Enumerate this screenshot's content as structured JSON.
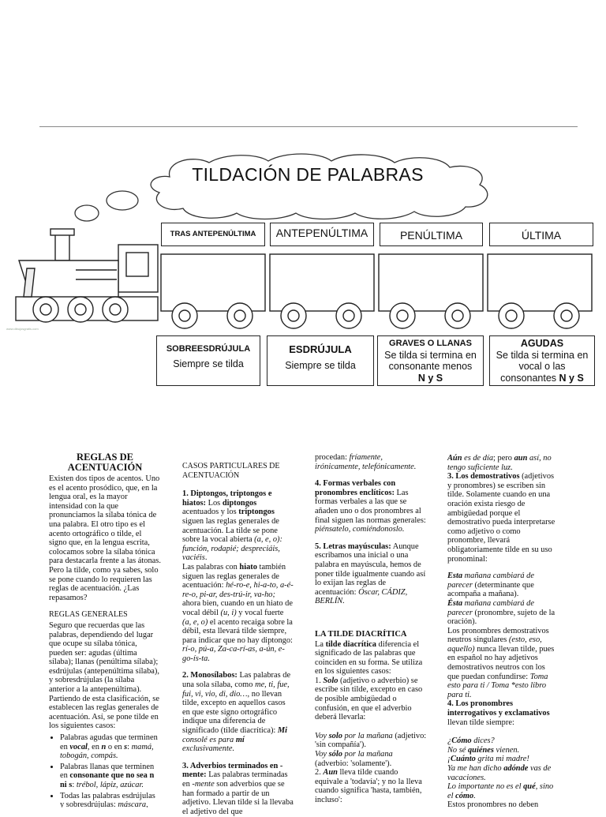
{
  "title": "TILDACIÓN DE PALABRAS",
  "headers": [
    "TRAS ANTEPENÚLTIMA",
    "ANTEPENÚLTIMA",
    "PENÚLTIMA",
    "ÚLTIMA"
  ],
  "boxes": {
    "sobre": {
      "title": "SOBREESDRÚJULA",
      "text": "Siempre se tilda"
    },
    "esdr": {
      "title": "ESDRÚJULA",
      "text": "Siempre se tilda"
    },
    "graves": {
      "title": "GRAVES O LLANAS",
      "line1": "Se tilda si termina en",
      "line2": "consonante menos",
      "letters": "N y S"
    },
    "agudas": {
      "title": "AGUDAS",
      "line1": "Se tilda si termina en",
      "line2": "vocal o las",
      "line3": "consonantes",
      "letters": "N y S"
    }
  },
  "watermark": "www.dibujosgratis.com",
  "col1": {
    "heading": "REGLAS DE ACENTUACIÓN",
    "p1": "Existen dos tipos de acentos. Uno es el acento prosódico, que, en la lengua oral, es la mayor intensidad con la que pronunciamos la sílaba tónica de una palabra. El otro tipo es el acento ortográfico o tilde, el signo que, en la lengua escrita, colocamos sobre la sílaba tónica para destacarla frente a las átonas. Pero la tilde, como ya sabes, solo se pone cuando lo requieren las reglas de acentuación. ¿Las repasamos?",
    "h2": "REGLAS GENERALES",
    "p2": "Seguro que recuerdas que las palabras, dependiendo del lugar que ocupe su sílaba tónica, pueden ser: agudas (última sílaba); llanas (penúltima sílaba); esdrújulas (antepenúltima sílaba), y sobresdrújulas (la sílaba anterior a la antepenúltima). Partiendo de esta clasificación, se establecen las reglas generales de acentuación. Así, se pone tilde en los siguientes casos:",
    "li1a": "Palabras agudas que terminen en ",
    "li1b": "vocal",
    "li1c": ", en ",
    "li1d": "n",
    "li1e": " o en ",
    "li1f": "s",
    "li1g": ": ",
    "li1h": "mamá, tobogán, compás.",
    "li2a": "Palabras llanas que terminen en ",
    "li2b": "consonante que no sea n ni s",
    "li2c": ": ",
    "li2d": "trébol, lápiz, azúcar.",
    "li3a": "Todas las palabras esdrújulas y sobresdrújulas: ",
    "li3b": "máscara, ídolo; cuéntamelo, plantándosenos."
  },
  "col2": {
    "heading": "CASOS PARTICULARES DE ACENTUACIÓN",
    "s1": "1. Diptongos, triptongos e hiatos:",
    "s1a": " Los ",
    "s1b": "diptongos",
    "s1c": " acentuados y los ",
    "s1d": "triptongos",
    "s1e": " siguen las reglas generales de acentuación. La tilde se pone sobre la vocal abierta ",
    "s1f": "(a, e, o): función, rodapié; despreciáis, vaciéis",
    "s1g": ".",
    "s1h": "Las palabras con ",
    "s1i": "hiato",
    "s1j": " también siguen las reglas generales de acentuación: ",
    "s1k": "hé-ro-e, hi-a-to, a-é-re-o, pi-ar, des-trú-ir, va-ho;",
    "s1l": " ahora bien, cuando en un hiato de vocal débil ",
    "s1m": "(u, i)",
    "s1n": " y vocal fuerte ",
    "s1o": "(a, e, o)",
    "s1p": " el acento recaiga sobre la débil, esta llevará tilde siempre, para indicar que no hay diptongo: ",
    "s1q": "rí-o, pú-a, Za-ca-rí-as, a-ún, e-go-ís-ta.",
    "s2": "2. Monosílabos:",
    "s2a": " Las palabras de una sola sílaba, como ",
    "s2b": "me, ti, fue, fui, vi, vio, di, dio…",
    "s2c": ", no llevan tilde, excepto en aquellos casos en que este signo ortográfico indique una diferencia de significado (tilde diacrítica): ",
    "s2d": "Mi",
    "s2e": " consolé es para ",
    "s2f": "mí",
    "s2g": " exclusivamente.",
    "s3": "3. Adverbios terminados en -mente:",
    "s3a": " Las palabras terminadas en ",
    "s3b": "-mente",
    "s3c": " son adverbios que se han formado a partir de un adjetivo. Llevan tilde si la llevaba el adjetivo del que"
  },
  "col3": {
    "p0a": "procedan: ",
    "p0b": "fríamente, irónicamente, telefónicamente.",
    "s4": "4. Formas verbales con pronombres enclíticos:",
    "s4a": " Las formas verbales a las que se añaden uno o dos pronombres al final siguen las normas generales: ",
    "s4b": "piénsatelo, comiéndonoslo.",
    "s5": "5. Letras mayúsculas:",
    "s5a": " Aunque escribamos una inicial o una palabra en mayúscula, hemos de poner tilde igualmente cuando así lo exijan las reglas de acentuación: ",
    "s5b": "Óscar, CÁDIZ, BERLÍN.",
    "h2": "LA TILDE DIACRÍTICA",
    "d0a": "La ",
    "d0b": "tilde diacrítica",
    "d0c": " diferencia el significado de las palabras que coinciden en su forma. Se utiliza en los siguientes casos:",
    "d1a": "1. ",
    "d1b": "Solo",
    "d1c": " (adjetivo o adverbio) se escribe sin tilde, excepto en caso de posible ambigüedad o confusión, en que el adverbio deberá llevarla:",
    "ex1a": "Voy ",
    "ex1b": "solo",
    "ex1c": " por la mañana",
    "ex1d": " (adjetivo: 'sin compañía').",
    "ex2a": "Voy ",
    "ex2b": "sólo",
    "ex2c": " por la mañana",
    "ex2d": " (adverbio: 'solamente').",
    "d2a": "2. ",
    "d2b": "Aun",
    "d2c": " lleva tilde cuando equivale a 'todavía'; y no la lleva cuando significa 'hasta, también, incluso':"
  },
  "col4": {
    "e0a": "Aún",
    "e0b": " es de día",
    "e0c": "; pero ",
    "e0d": "aun",
    "e0e": " así, no tengo suficiente luz.",
    "s3a": "3. ",
    "s3b": "Los demostrativos",
    "s3c": " (adjetivos y pronombres) se escriben sin tilde. Solamente cuando en una oración exista riesgo de ambigüedad porque el demostrativo pueda interpretarse como adjetivo o como pronombre, llevará obligatoriamente tilde en su uso pronominal:",
    "ex1a": "Esta",
    "ex1b": " mañana cambiará de parecer",
    "ex1c": " (determinante que acompaña a mañana).",
    "ex2a": "Ésta",
    "ex2b": " mañana cambiará de parecer",
    "ex2c": " (pronombre, sujeto de la oración).",
    "p2a": "Los pronombres demostrativos neutros singulares ",
    "p2b": "(esto, eso, aquello)",
    "p2c": " nunca llevan tilde, pues en español no hay adjetivos demostrativos neutros con los que puedan confundirse: ",
    "p2d": "Toma esto para ti / Toma *esto libro para ti.",
    "s4a": "4. ",
    "s4b": "Los pronombres interrogativos y exclamativos",
    "s4c": " llevan tilde siempre:",
    "q1a": "¿",
    "q1b": "Cómo",
    "q1c": " dices?",
    "q2a": "No sé ",
    "q2b": "quiénes",
    "q2c": " vienen.",
    "q3a": "¡",
    "q3b": "Cuánto",
    "q3c": " grita mi madre!",
    "q4a": "Ya me han dicho ",
    "q4b": "adónde",
    "q4c": " vas de vacaciones.",
    "q5a": "Lo importante no es el ",
    "q5b": "qué",
    "q5c": ", sino el ",
    "q5d": "cómo",
    "q5e": ".",
    "p5": "Estos pronombres no deben confundirse con conjunciones que coinciden en la forma, pero no en el significado:"
  }
}
